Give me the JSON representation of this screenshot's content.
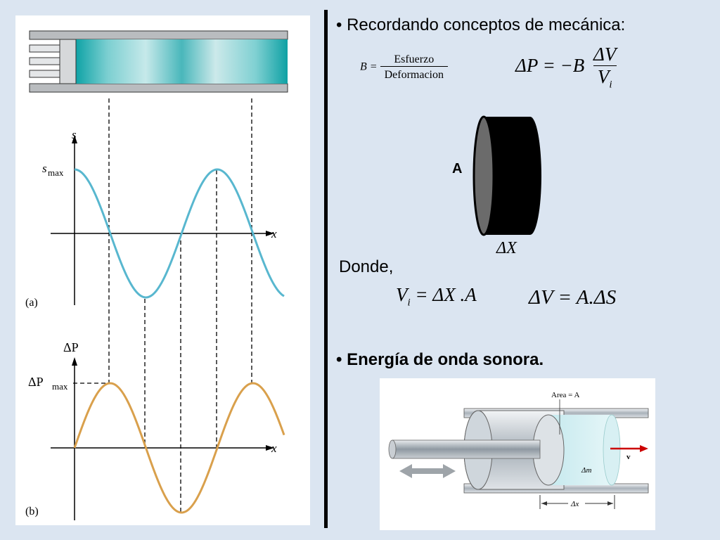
{
  "left_figure": {
    "s_label": "s",
    "smax_label_main": "s",
    "smax_label_sub": "max",
    "x_label_a": "x",
    "panel_a_label": "(a)",
    "dp_label": "ΔP",
    "dpmax_label_main": "ΔP",
    "dpmax_label_sub": "max",
    "x_label_b": "x",
    "panel_b_label": "(b)",
    "displacement_color": "#58b7cf",
    "pressure_color": "#d9a04c"
  },
  "right": {
    "bullet1": "Recordando conceptos de mecánica:",
    "formula1": {
      "lhs": "B =",
      "numerator": "Esfuerzo",
      "denominator": "Deformacion"
    },
    "formula2": {
      "lhs": "ΔP = −B",
      "numerator": "ΔV",
      "denominator_main": "V",
      "denominator_sub": "i"
    },
    "cylinder": {
      "area_label": "A",
      "length_label": "ΔX"
    },
    "donde": "Donde,",
    "formula3": {
      "lhs_main": "V",
      "lhs_sub": "i",
      "rhs": " = ΔX .A"
    },
    "formula4": "ΔV = A.ΔS",
    "bullet2": "Energía de onda sonora.",
    "piston_figure": {
      "area_label": "Area = A",
      "velocity_label": "v",
      "mass_label": "Δm",
      "dx_label": "Δx"
    }
  }
}
